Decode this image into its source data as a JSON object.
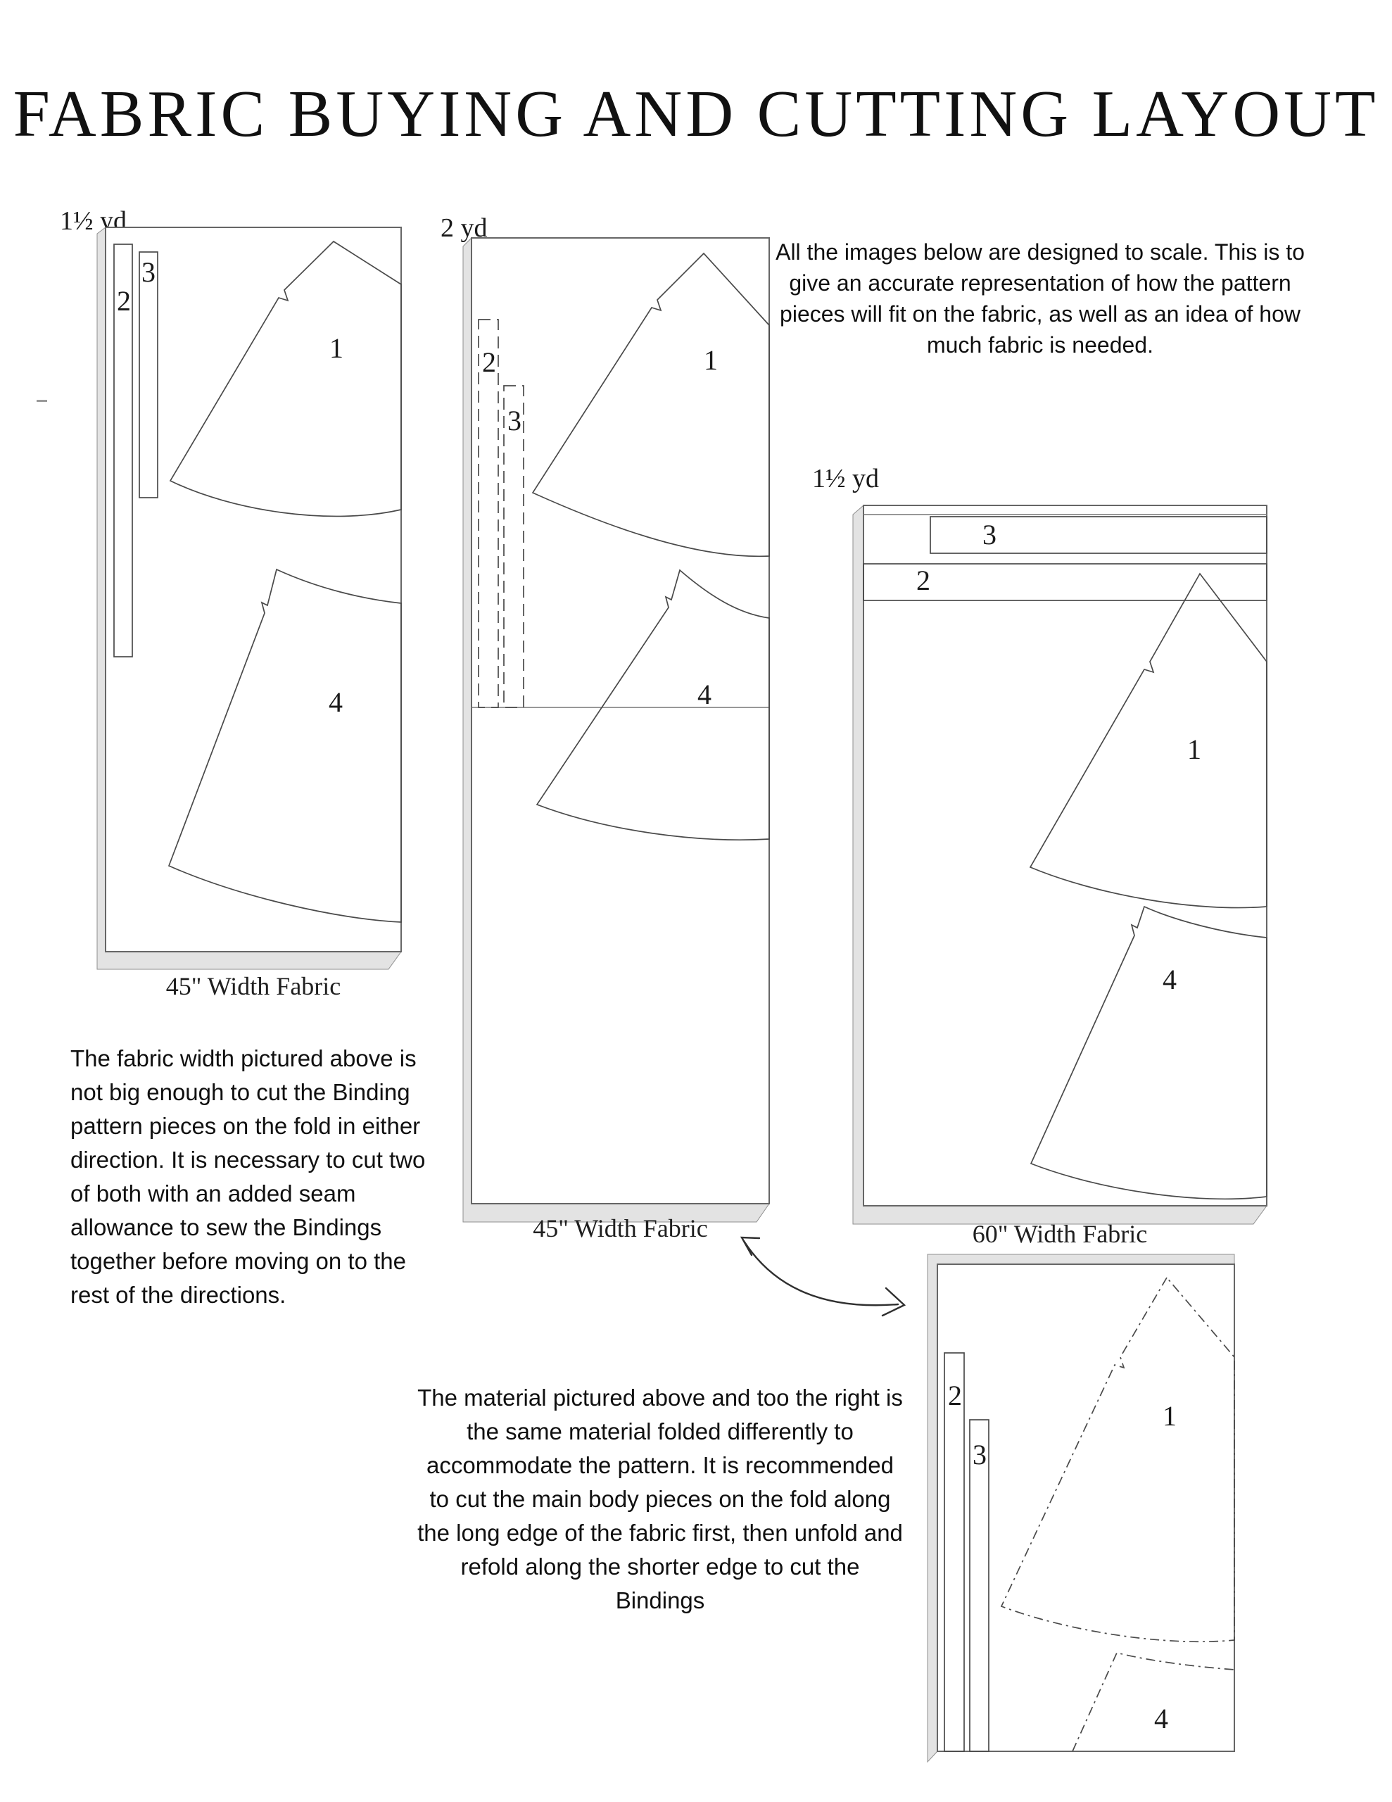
{
  "title": "FABRIC BUYING AND CUTTING LAYOUT",
  "notes": {
    "scale": "All the images below are designed to scale. This is to\ngive an accurate representation of how the pattern\npieces will fit on the fabric, as well as an idea of how\nmuch fabric is needed.",
    "binding": "The fabric width pictured above is\nnot big enough to cut the Binding\npattern pieces on the fold in either\ndirection. It is necessary to cut two\nof both with an added seam\nallowance to sew the Bindings\ntogether before moving on to the\nrest of the directions.",
    "refold": "The material pictured above and too the right is\nthe same material folded differently to\naccommodate the pattern. It is recommended\nto cut the main body pieces on the fold along\nthe long edge of the fabric first, then unfold and\nrefold along the shorter edge to cut the\nBindings"
  },
  "diagrams": {
    "a": {
      "yardage": "1½ yd",
      "caption": "45\" Width Fabric",
      "pieces": {
        "p1": "1",
        "p2": "2",
        "p3": "3",
        "p4": "4"
      }
    },
    "b": {
      "yardage": "2 yd",
      "caption": "45\" Width Fabric",
      "pieces": {
        "p1": "1",
        "p2": "2",
        "p3": "3",
        "p4": "4"
      }
    },
    "c": {
      "yardage": "1½ yd",
      "caption": "60\" Width Fabric",
      "pieces": {
        "p1": "1",
        "p2": "2",
        "p3": "3",
        "p4": "4"
      }
    },
    "d": {
      "pieces": {
        "p1": "1",
        "p2": "2",
        "p3": "3",
        "p4": "4"
      }
    }
  },
  "colors": {
    "outline": "#4a4a4a",
    "fabric_edge": "#666666",
    "shadow_fill": "#e3e3e3",
    "shadow_edge": "#8f8f8f",
    "text": "#111111"
  }
}
